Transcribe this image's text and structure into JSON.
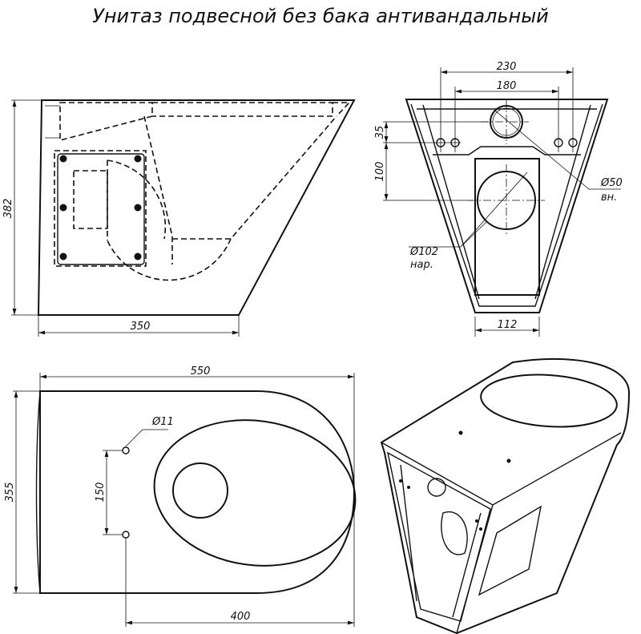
{
  "title": "Унитаз подвесной без бака антивандальный",
  "side_view": {
    "height": "382",
    "width": "350"
  },
  "front_view": {
    "dim_outer_holes": "230",
    "dim_inner_holes": "180",
    "dim_35": "35",
    "dim_100": "100",
    "dim_bottom": "112",
    "small_pipe": {
      "diameter": "Ø50",
      "note": "вн."
    },
    "large_pipe": {
      "diameter": "Ø102",
      "note": "нар."
    }
  },
  "top_view": {
    "length": "550",
    "width": "355",
    "hole_spacing": "150",
    "hole_diameter": "Ø11",
    "hole_offset": "400"
  }
}
